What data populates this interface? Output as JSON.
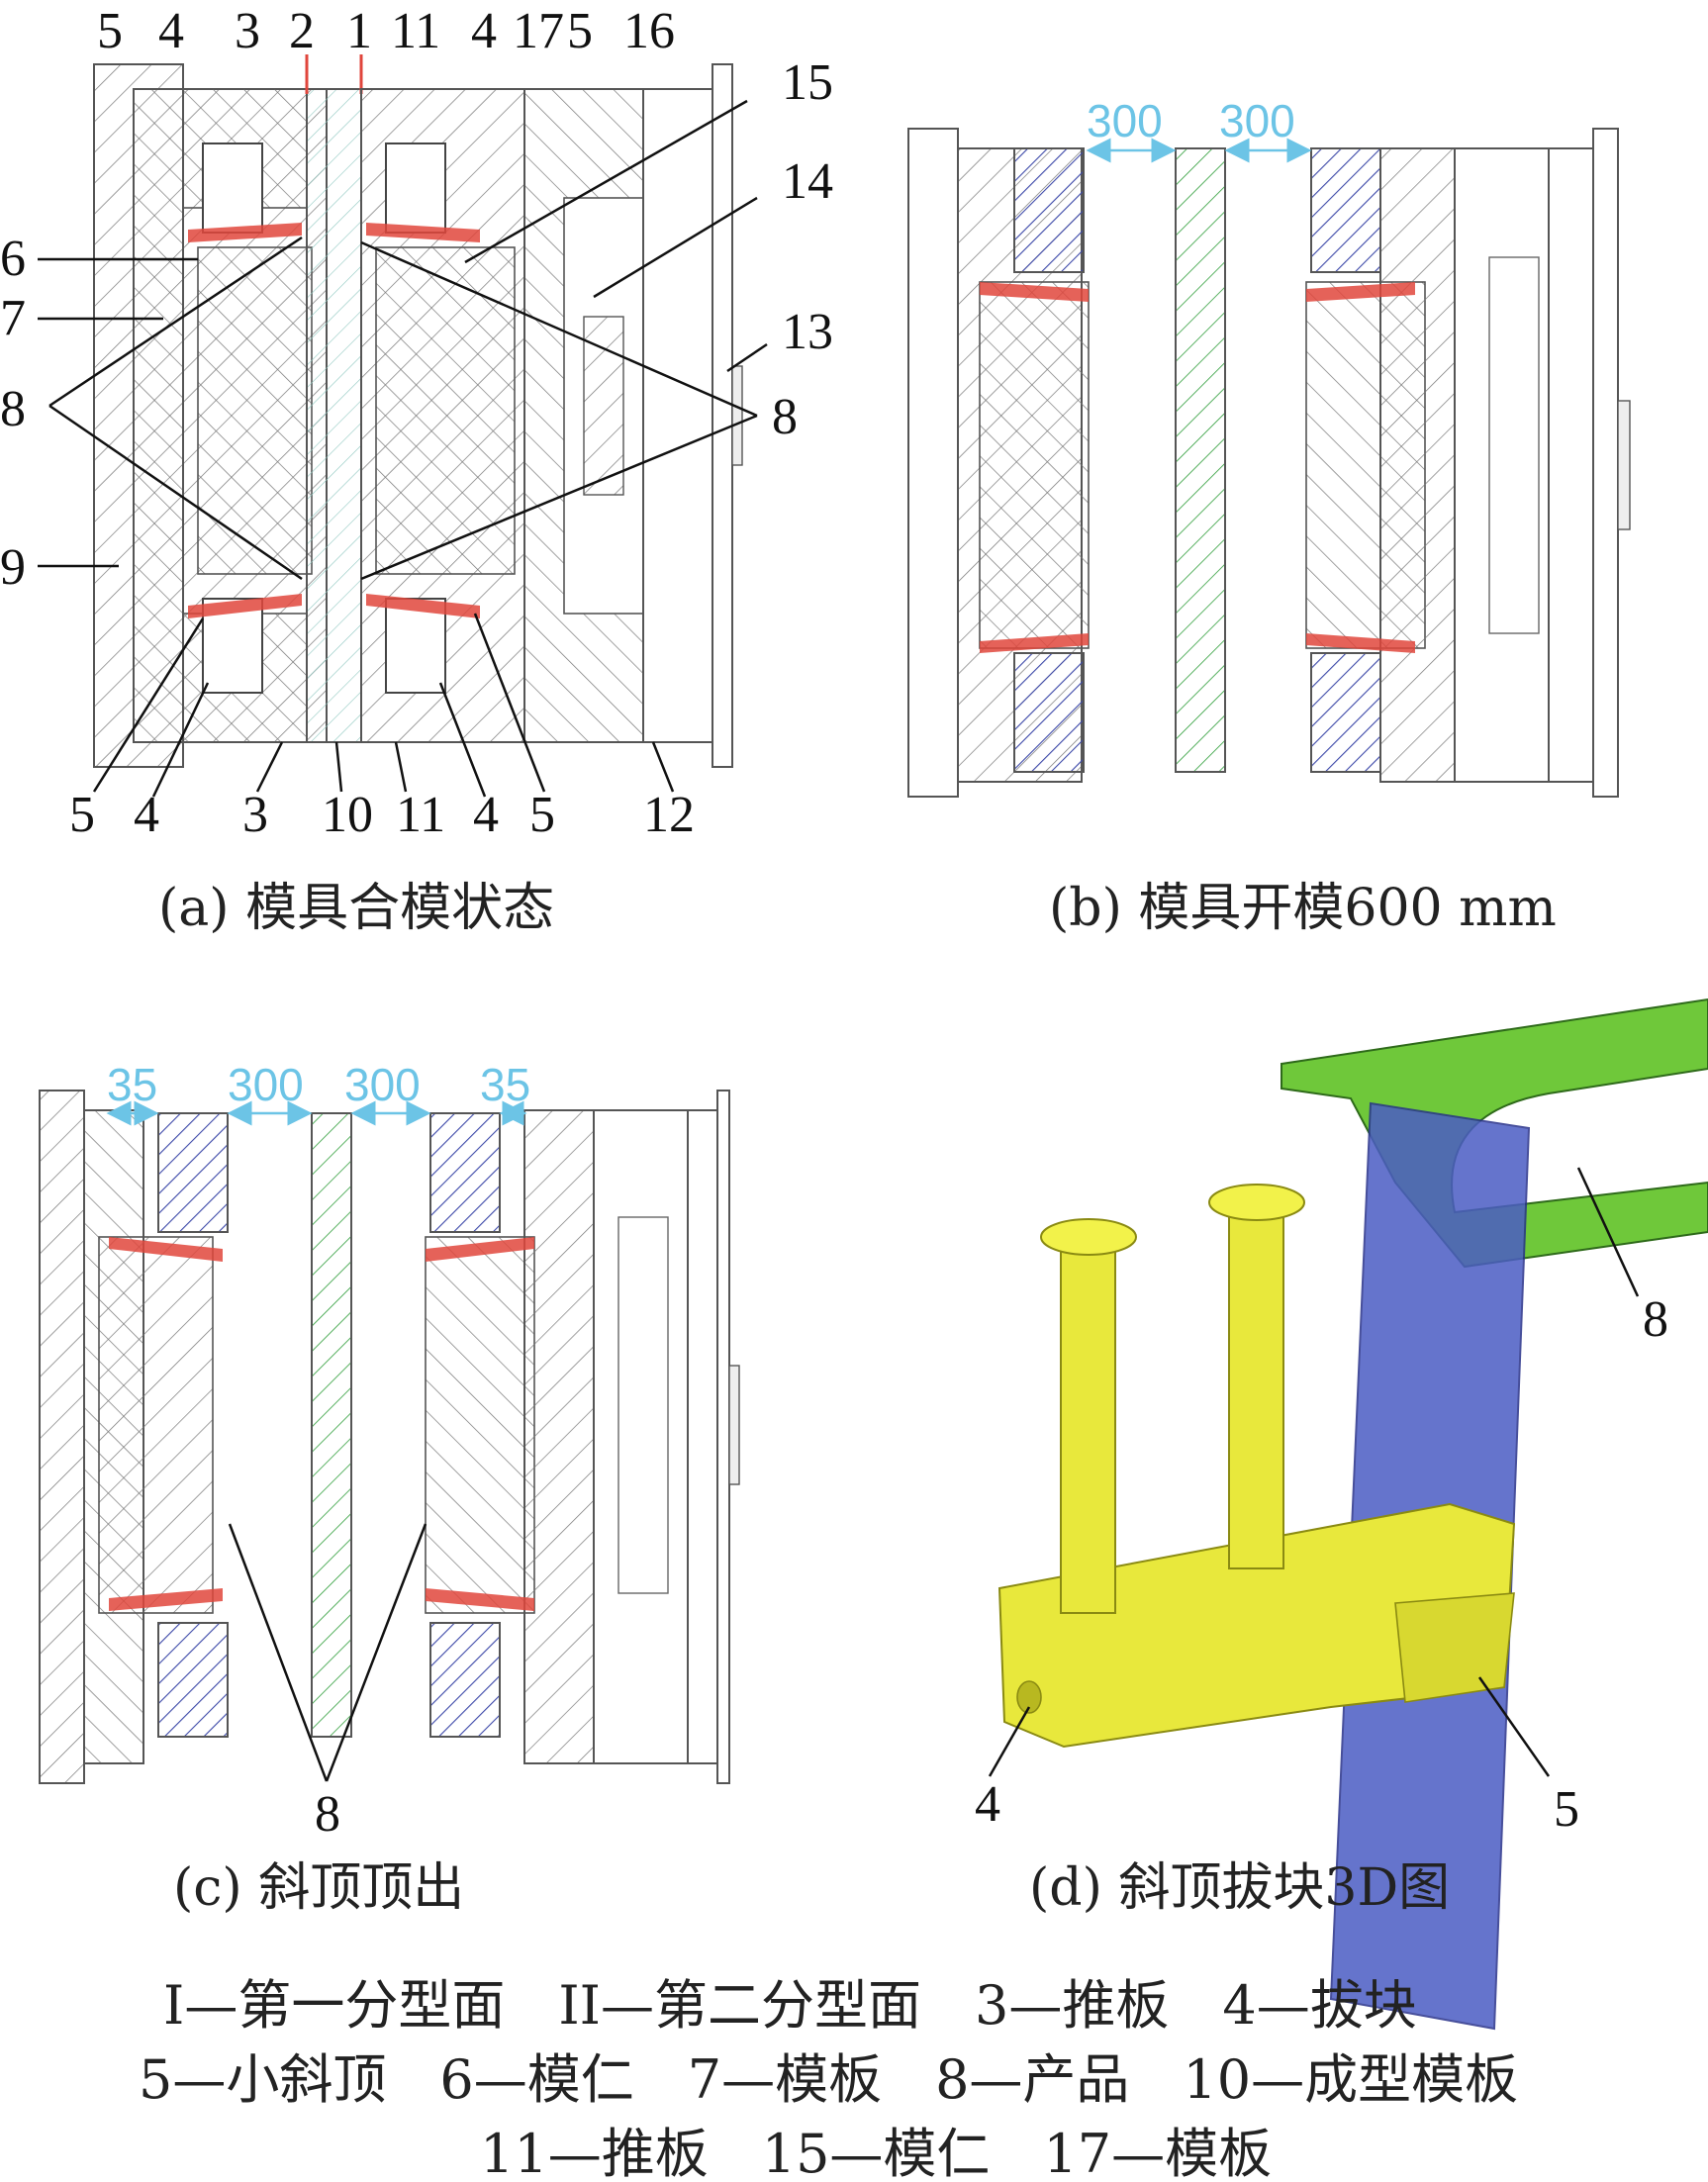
{
  "panels": {
    "a": {
      "caption": "(a) 模具合模状态",
      "callouts_top": [
        "5",
        "4",
        "3",
        "2",
        "1",
        "11",
        "4",
        "17",
        "5",
        "16",
        "15",
        "14",
        "13"
      ],
      "callouts_left": [
        "6",
        "7",
        "8",
        "9"
      ],
      "callouts_right": [
        "8"
      ],
      "callouts_bottom": [
        "5",
        "4",
        "3",
        "10",
        "11",
        "4",
        "5",
        "12"
      ]
    },
    "b": {
      "caption": "(b) 模具开模600 mm",
      "dims": [
        "300",
        "300"
      ]
    },
    "c": {
      "caption": "(c) 斜顶顶出",
      "dims": [
        "35",
        "300",
        "300",
        "35"
      ],
      "callout": "8"
    },
    "d": {
      "caption": "(d) 斜顶拔块3D图",
      "callouts": [
        "8",
        "4",
        "5"
      ]
    }
  },
  "legend": {
    "line1": "I—第一分型面　II—第二分型面　3—推板　4—拔块",
    "line2": "5—小斜顶　6—模仁　7—模板　8—产品　10—成型模板",
    "line3": "11—推板　15—模仁　17—模板"
  },
  "colors": {
    "outline": "#555555",
    "hatch": "#666666",
    "product_red": "#e0463c",
    "green_plate": "#2f9e3a",
    "blue_insert": "#3c48a8",
    "dimension": "#6cc4e6",
    "model_green": "#6fc83a",
    "model_yellow": "#e8e83c",
    "model_blue": "#4b5cc4"
  }
}
